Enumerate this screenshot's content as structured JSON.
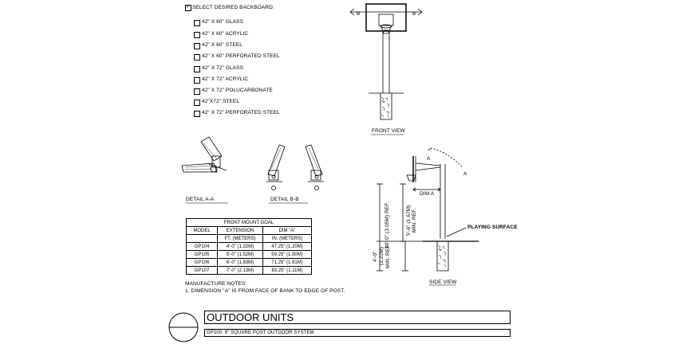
{
  "options": {
    "header": "SELECT DESIRED BACKBOARD:",
    "items": [
      "42\" X 60\" GLASS",
      "42\" X 60\" ACRYLIC",
      "42\" X 60\" STEEL",
      "42\" X 60\" PERFORATED STEEL",
      "42\" X 72\" GLASS",
      "42\" X 72\" ACRYLIC",
      "42\" X 72\" POLUCARBONATE",
      "42\"X72\" STEEL",
      "42\" X 72\" PERFORATED STEEL"
    ]
  },
  "views": {
    "front": "FRONT VIEW",
    "side": "SIDE VIEW",
    "detail_a": "DETAIL A-A",
    "detail_b": "DETAIL B-B",
    "section_b": "B",
    "section_a": "A"
  },
  "dims": {
    "dim_a": "DIM A",
    "h1": "10'-0\" (3.05M) REF.",
    "h2": "5'-6\" (1.67M)",
    "h2b": "MIN. REF.",
    "h3": "4'-0\"",
    "h3b": "(1.22M)",
    "h3c": "MIN. REF.",
    "playing_surface": "PLAYING SURFACE"
  },
  "table": {
    "title": "FRONT MOUNT GOAL",
    "headers": [
      [
        "MODEL",
        "EXTENSION",
        "DIM \"A\""
      ],
      [
        "",
        "FT. (METERS)",
        "IN. (METERS)"
      ]
    ],
    "rows": [
      [
        "GP104",
        "4'-0\" (1.22M)",
        "47.25\" (1.20M)"
      ],
      [
        "GP105",
        "5'-0\" (1.52M)",
        "59.25\" (1.50M)"
      ],
      [
        "GP106",
        "6'-0\" (1.83M)",
        "71.25\" (1.81M)"
      ],
      [
        "GP107",
        "7'-0\" (2.13M)",
        "83.25\" (1.11M)"
      ]
    ]
  },
  "notes": {
    "title": "MANUFACTURE NOTES:",
    "line1": "1.   DIMENSION \"A\" IS FROM FACE OF BANK TO EDGE OF POST."
  },
  "title_block": {
    "title": "OUTDOOR UNITS",
    "subtitle": "GP100: 6\" SQUARE POST OUTDOOR SYSTEM"
  }
}
